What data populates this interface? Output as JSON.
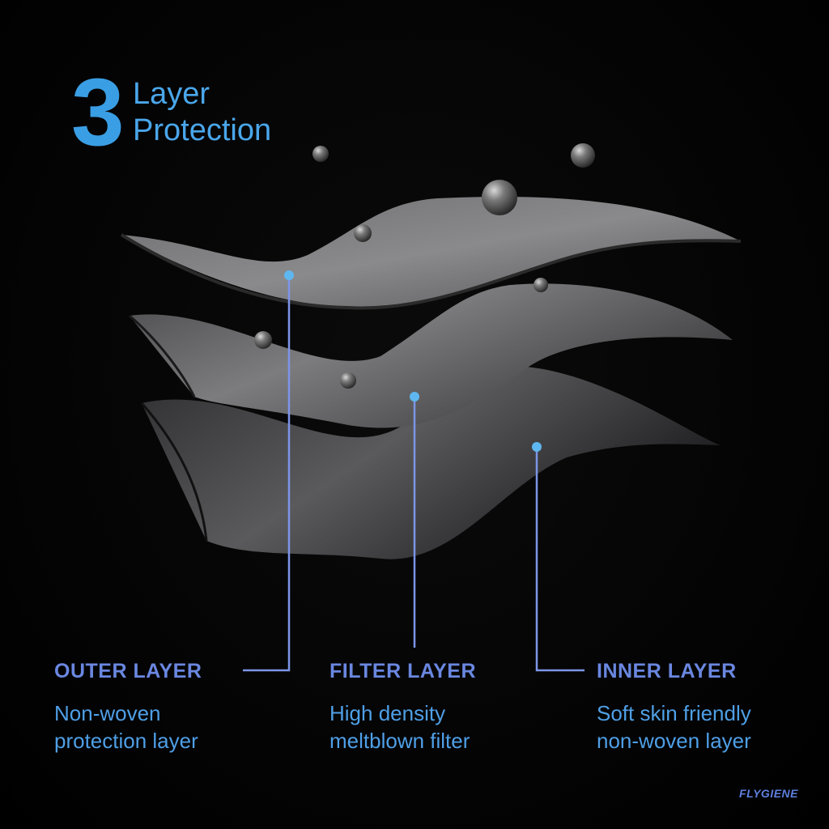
{
  "title": {
    "number": "3",
    "line1": "Layer",
    "line2": "Protection"
  },
  "layers": [
    {
      "name": "OUTER LAYER",
      "desc_line1": "Non-woven",
      "desc_line2": "protection layer"
    },
    {
      "name": "FILTER LAYER",
      "desc_line1": "High density",
      "desc_line2": "meltblown filter"
    },
    {
      "name": "INNER LAYER",
      "desc_line1": "Soft skin friendly",
      "desc_line2": "non-woven layer"
    }
  ],
  "brand": "FLYGIENE",
  "colors": {
    "accent_blue": "#3a9ee4",
    "label_blue": "#6a87e0",
    "callout_line": "#7d95e8",
    "callout_dot": "#5fb7f0",
    "background": "#000000"
  }
}
